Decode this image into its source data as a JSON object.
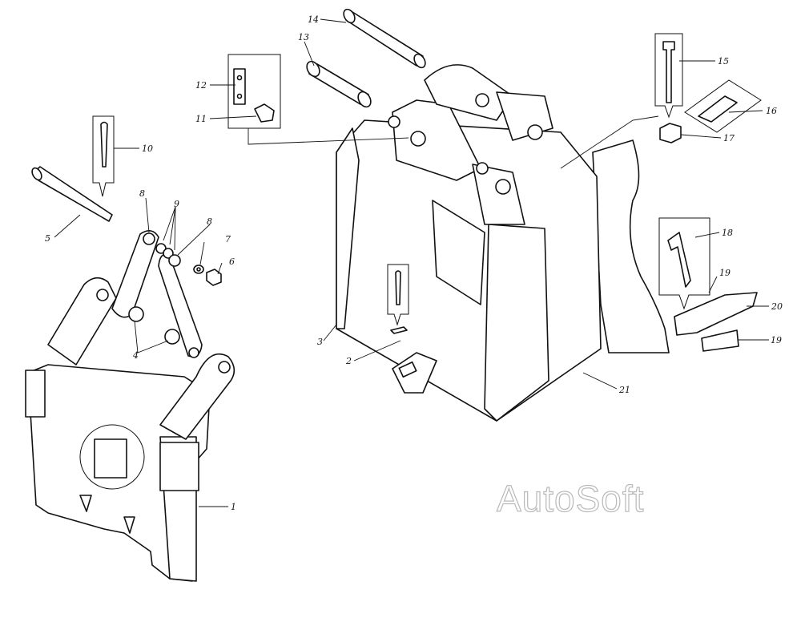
{
  "diagram": {
    "part_numbers": [
      "1",
      "2",
      "3",
      "4",
      "5",
      "6",
      "7",
      "8",
      "8",
      "9",
      "10",
      "11",
      "12",
      "13",
      "14",
      "15",
      "16",
      "17",
      "18",
      "19",
      "19",
      "20",
      "21"
    ]
  },
  "watermark": {
    "text": "AutoSoft",
    "color": "#b9b9b9"
  },
  "colors": {
    "ink": "#111111",
    "paper": "#ffffff"
  }
}
